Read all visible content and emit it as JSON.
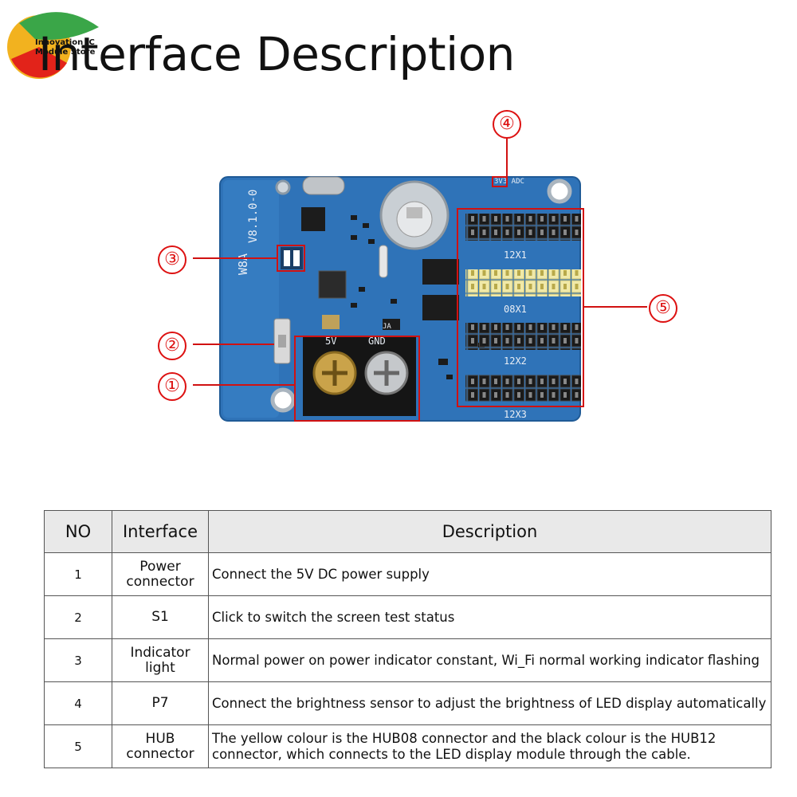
{
  "logo": {
    "line1": "Innovation IC",
    "line2": "Module Store"
  },
  "title": "Interface Description",
  "board": {
    "version": "V8.1.0-0",
    "model": "W8A",
    "silkscreen": {
      "top_label": "3V3 ADC",
      "power_left": "5V",
      "power_right": "GND",
      "chip_label": "JA",
      "hub_12x1": "12X1",
      "hub_08x1": "08X1",
      "hub_12x2": "12X2",
      "hub_12x3": "12X3"
    }
  },
  "callouts": [
    "①",
    "②",
    "③",
    "④",
    "⑤"
  ],
  "table": {
    "headers": {
      "no": "NO",
      "interface": "Interface",
      "description": "Description"
    },
    "rows": [
      {
        "no": "1",
        "interface": [
          "Power",
          "connector"
        ],
        "description": [
          "Connect the 5V DC power supply"
        ]
      },
      {
        "no": "2",
        "interface": [
          "S1"
        ],
        "description": [
          "Click to switch the screen test status"
        ]
      },
      {
        "no": "3",
        "interface": [
          "Indicator",
          "light"
        ],
        "description": [
          "Normal power on power indicator constant, Wi_Fi normal working indicator flashing"
        ]
      },
      {
        "no": "4",
        "interface": [
          "P7"
        ],
        "description": [
          "Connect the brightness sensor to adjust the brightness of LED display automatically"
        ]
      },
      {
        "no": "5",
        "interface": [
          "HUB",
          "connector"
        ],
        "description": [
          "The yellow colour is the HUB08 connector and the black colour is the HUB12",
          "connector, which connects to the LED display module through the cable."
        ]
      }
    ]
  },
  "colors": {
    "board_blue": "#2f73b8",
    "callout_red": "#d11111",
    "header_gray": "#e9e9e9"
  }
}
